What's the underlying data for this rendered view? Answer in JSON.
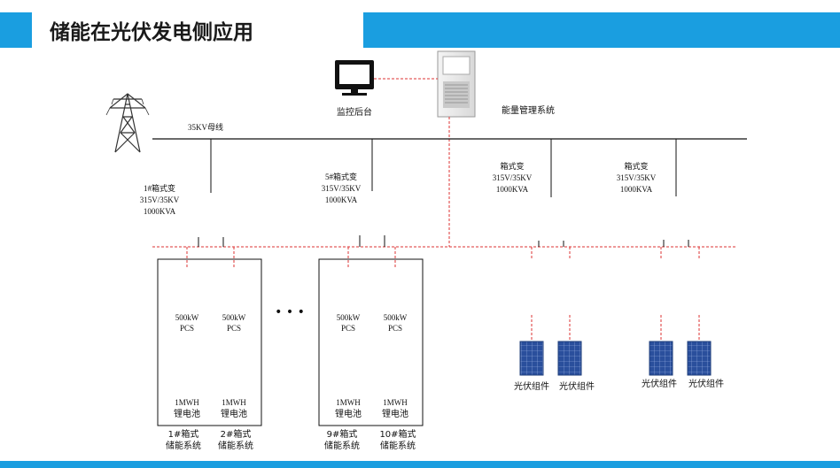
{
  "page": {
    "title": "储能在光伏发电侧应用"
  },
  "top": {
    "monitor_label": "监控后台",
    "ems_label": "能量管理系统",
    "bus_label": "35KV母线"
  },
  "transformers": [
    {
      "name": "1#箱式变",
      "ratio": "315V/35KV",
      "capacity": "1000KVA"
    },
    {
      "name": "5#箱式变",
      "ratio": "315V/35KV",
      "capacity": "1000KVA"
    },
    {
      "name": "箱式变",
      "ratio": "315V/35KV",
      "capacity": "1000KVA"
    },
    {
      "name": "箱式变",
      "ratio": "315V/35KV",
      "capacity": "1000KVA"
    }
  ],
  "storage_units": [
    {
      "pcs_line1": "500kW",
      "pcs_line2": "PCS",
      "battery_line1": "1MWH",
      "battery_line2": "锂电池",
      "system_line1": "1#箱式",
      "system_line2": "储能系统"
    },
    {
      "pcs_line1": "500kW",
      "pcs_line2": "PCS",
      "battery_line1": "1MWH",
      "battery_line2": "锂电池",
      "system_line1": "2#箱式",
      "system_line2": "储能系统"
    },
    {
      "pcs_line1": "500kW",
      "pcs_line2": "PCS",
      "battery_line1": "1MWH",
      "battery_line2": "锂电池",
      "system_line1": "9#箱式",
      "system_line2": "储能系统"
    },
    {
      "pcs_line1": "500kW",
      "pcs_line2": "PCS",
      "battery_line1": "1MWH",
      "battery_line2": "锂电池",
      "system_line1": "10#箱式",
      "system_line2": "储能系统"
    }
  ],
  "ellipsis": "• • •",
  "pv_modules": [
    {
      "label": "光伏组件"
    },
    {
      "label": "光伏组件"
    },
    {
      "label": "光伏组件"
    },
    {
      "label": "光伏组件"
    }
  ],
  "colors": {
    "accent_blue": "#1a9ee0",
    "link_red": "#d33333"
  }
}
